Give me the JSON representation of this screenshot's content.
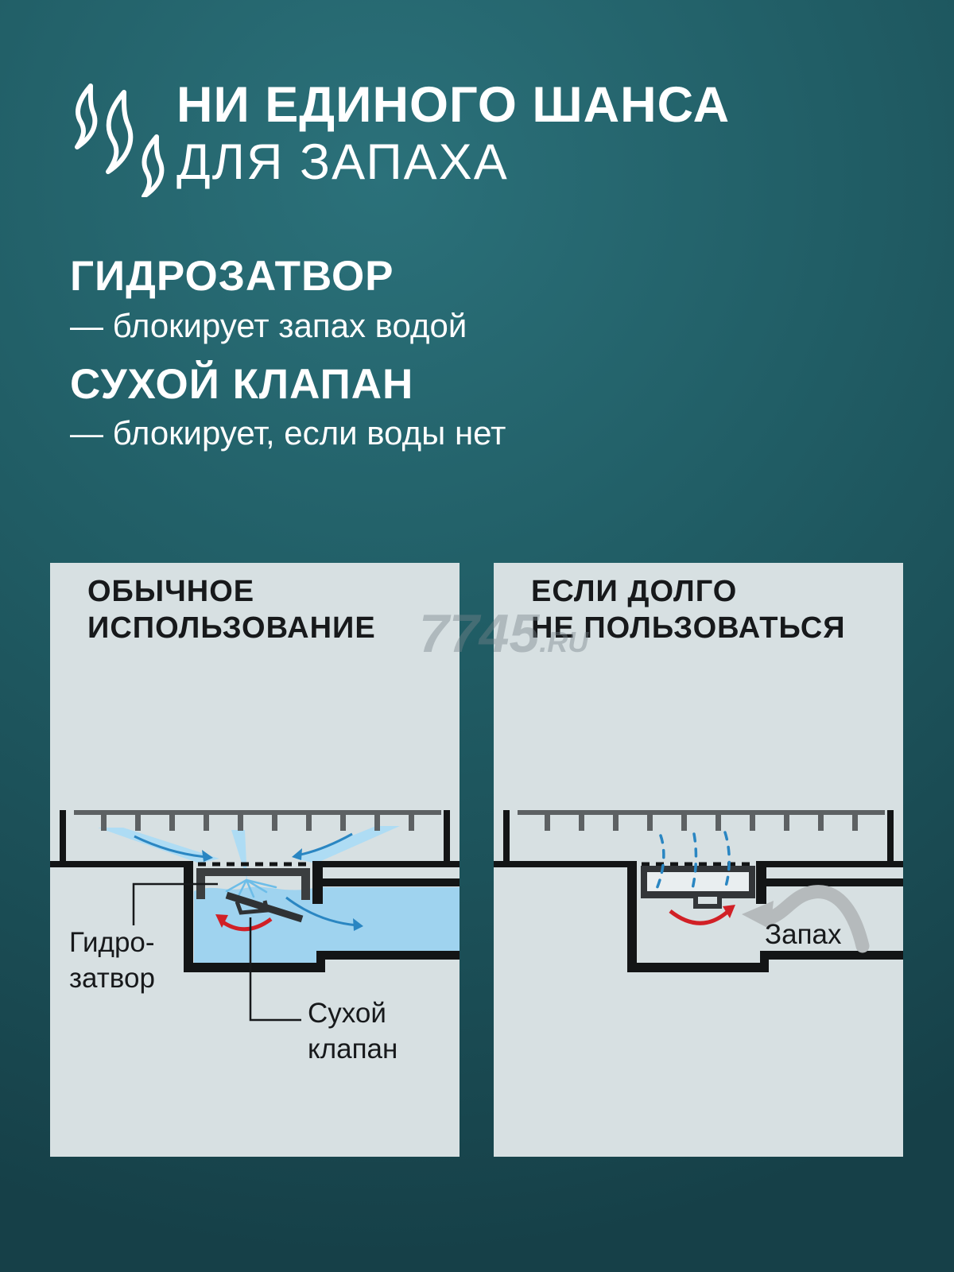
{
  "colors": {
    "background_center": "#2b717a",
    "background_edge": "#164048",
    "panel_background": "#d7e0e2",
    "headline_text": "#ffffff",
    "diagram_text": "#17191b",
    "water": "#9fd3ef",
    "water_stream": "#aedcf4",
    "flow_arrow_blue": "#2a86c2",
    "swing_arrow_red": "#d12026",
    "odor_arrow_gray": "#b5babc",
    "grate_gray": "#5d6163",
    "outline_black": "#131516"
  },
  "header": {
    "icon": "steam-icon",
    "title_line1": "НИ ЕДИНОГО ШАНСА",
    "title_line2": "ДЛЯ ЗАПАХА"
  },
  "features": [
    {
      "title": "ГИДРОЗАТВОР",
      "description": "— блокирует запах водой"
    },
    {
      "title": "СУХОЙ КЛАПАН",
      "description": "— блокирует, если воды нет"
    }
  ],
  "panels": {
    "normal_use": {
      "title_line1": "ОБЫЧНОЕ",
      "title_line2": "ИСПОЛЬЗОВАНИЕ",
      "water_seal_label_line1": "Гидро-",
      "water_seal_label_line2": "затвор",
      "dry_valve_label_line1": "Сухой",
      "dry_valve_label_line2": "клапан"
    },
    "long_idle": {
      "title_line1": "ЕСЛИ ДОЛГО",
      "title_line2": "НЕ ПОЛЬЗОВАТЬСЯ",
      "odor_label": "Запах"
    }
  },
  "watermark": {
    "number": "7745",
    "suffix": ".RU"
  }
}
